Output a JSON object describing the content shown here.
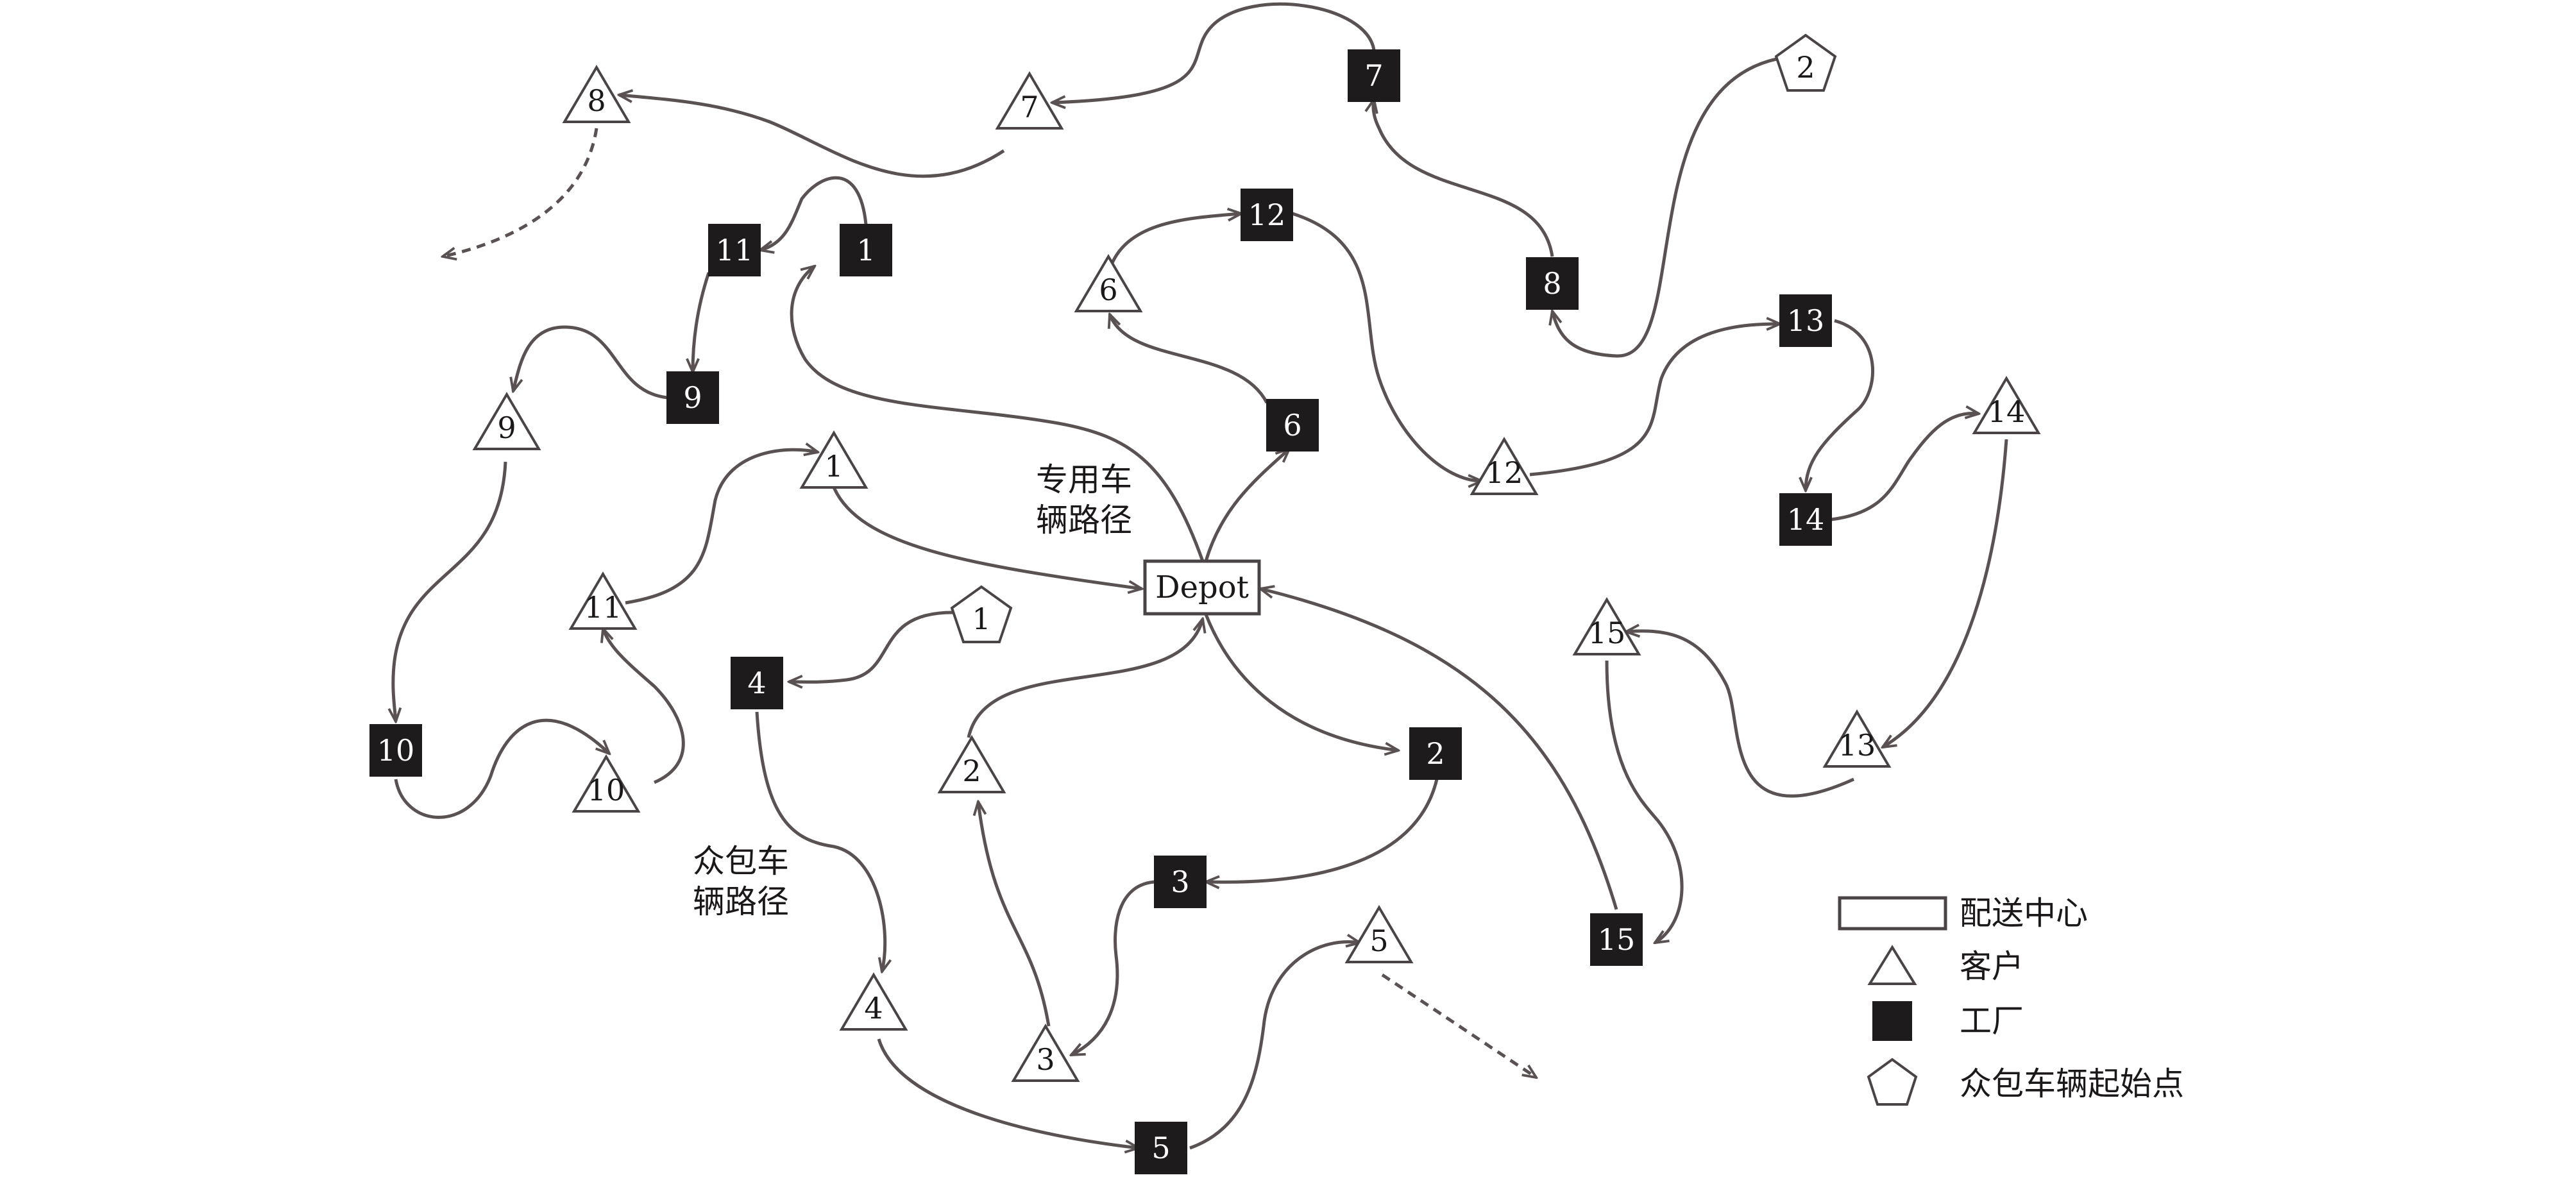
{
  "depot": {
    "label": "Depot"
  },
  "captions": {
    "dedicated_route": [
      "专用车",
      "辆路径"
    ],
    "crowdsourced_route": [
      "众包车",
      "辆路径"
    ]
  },
  "customers": [
    "1",
    "2",
    "3",
    "4",
    "5",
    "6",
    "7",
    "8",
    "9",
    "10",
    "11",
    "12",
    "13",
    "14",
    "15"
  ],
  "factories": [
    "1",
    "2",
    "3",
    "4",
    "5",
    "6",
    "7",
    "8",
    "9",
    "10",
    "11",
    "12",
    "13",
    "14",
    "15"
  ],
  "crowd_vehicle_starts": [
    "1",
    "2"
  ],
  "legend": {
    "distribution_center": "配送中心",
    "customer": "客户",
    "factory": "工厂",
    "crowd_vehicle_start": "众包车辆起始点"
  },
  "colors": {
    "line": "#5a5153",
    "factory_fill": "#1e1b1c",
    "outline": "#4a4446"
  }
}
